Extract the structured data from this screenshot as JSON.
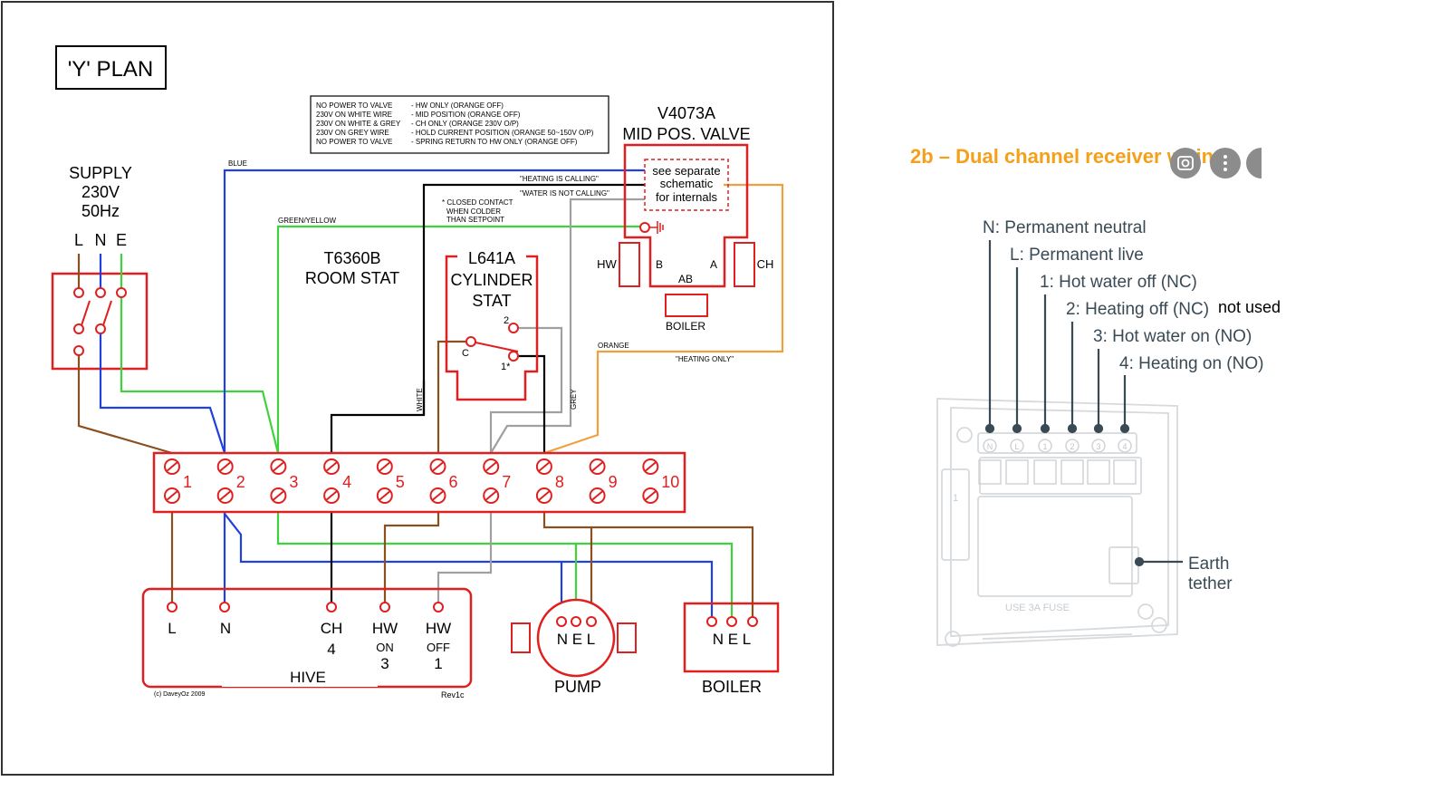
{
  "yplan": {
    "title": "'Y' PLAN",
    "notes": [
      {
        "condition": "NO POWER TO VALVE",
        "result": "- HW ONLY (ORANGE OFF)"
      },
      {
        "condition": "230V ON WHITE WIRE",
        "result": "- MID POSITION (ORANGE OFF)"
      },
      {
        "condition": "230V ON WHITE & GREY",
        "result": "- CH ONLY (ORANGE 230V O/P)"
      },
      {
        "condition": "230V ON GREY WIRE",
        "result": "- HOLD CURRENT POSITION (ORANGE 50~150V O/P)"
      },
      {
        "condition": "NO POWER TO VALVE",
        "result": "- SPRING RETURN TO HW ONLY (ORANGE OFF)"
      }
    ],
    "supply": {
      "line1": "SUPPLY",
      "line2": "230V",
      "line3": "50Hz",
      "l": "L",
      "n": "N",
      "e": "E"
    },
    "valve": {
      "model": "V4073A",
      "name": "MID POS. VALVE",
      "internals": [
        "see separate",
        "schematic",
        "for internals"
      ],
      "hw": "HW",
      "ch": "CH",
      "b": "B",
      "a": "A",
      "ab": "AB",
      "boiler": "BOILER"
    },
    "roomstat": {
      "model": "T6360B",
      "name": "ROOM STAT"
    },
    "cylstat": {
      "model": "L641A",
      "line2": "CYLINDER",
      "line3": "STAT",
      "t1": "1*",
      "t2": "2",
      "tc": "C"
    },
    "wire_labels": {
      "blue": "BLUE",
      "greenyellow": "GREEN/YELLOW",
      "white": "WHITE",
      "grey": "GREY",
      "orange": "ORANGE",
      "heating_calling": "\"HEATING IS CALLING\"",
      "water_not_calling": "\"WATER IS NOT CALLING\"",
      "heating_only": "\"HEATING ONLY\"",
      "closed_contact": [
        "* CLOSED CONTACT",
        "WHEN COLDER",
        "THAN SETPOINT"
      ]
    },
    "terminals": [
      "1",
      "2",
      "3",
      "4",
      "5",
      "6",
      "7",
      "8",
      "9",
      "10"
    ],
    "hive": {
      "name": "HIVE",
      "l": "L",
      "n": "N",
      "ch": "CH",
      "ch_num": "4",
      "hw_on": "HW",
      "on": "ON",
      "on_num": "3",
      "hw_off": "HW",
      "off": "OFF",
      "off_num": "1"
    },
    "pump": {
      "name": "PUMP",
      "terminals": "N E L"
    },
    "boiler": {
      "name": "BOILER",
      "terminals": "N E L"
    },
    "copyright": "(c) DaveyOz 2009",
    "rev": "Rev1c"
  },
  "receiver": {
    "title": "2b – Dual channel receiver wiring",
    "labels": [
      "N: Permanent neutral",
      "L: Permanent live",
      "1: Hot water off (NC)",
      "2: Heating off (NC)",
      "3: Hot water on (NO)",
      "4: Heating on (NO)"
    ],
    "not_used": "not used",
    "earth": [
      "Earth",
      "tether"
    ],
    "terminal_marks": [
      "N",
      "L",
      "1",
      "2",
      "3",
      "4"
    ],
    "fuse_text": "USE   3A   FUSE",
    "side_mark": "1"
  },
  "colors": {
    "red": "#e02020",
    "blue": "#2040e0",
    "brown": "#8a5020",
    "green": "#40d040",
    "black": "#000000",
    "grey": "#a0a0a0",
    "orange": "#f0a040",
    "title_orange": "#f5a01a",
    "receiver_line": "#3a4a55"
  }
}
